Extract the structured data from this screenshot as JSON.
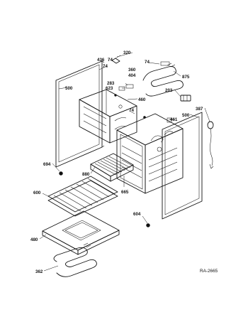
{
  "diagram": {
    "labels": {
      "l436": "436",
      "l74a": "74",
      "l320": "320",
      "l74b": "74",
      "l74c": "74",
      "l360": "360",
      "l404": "404",
      "l875": "875",
      "l500a": "500",
      "l283": "283",
      "l623": "623",
      "l203": "203",
      "l460": "460",
      "l74d": "74",
      "l387": "387",
      "l461": "461",
      "l500b": "500",
      "l694": "694",
      "l880": "880",
      "l665": "665",
      "l600": "600",
      "l604": "604",
      "l480": "480",
      "l362": "362"
    },
    "reference": "RA-2665"
  }
}
